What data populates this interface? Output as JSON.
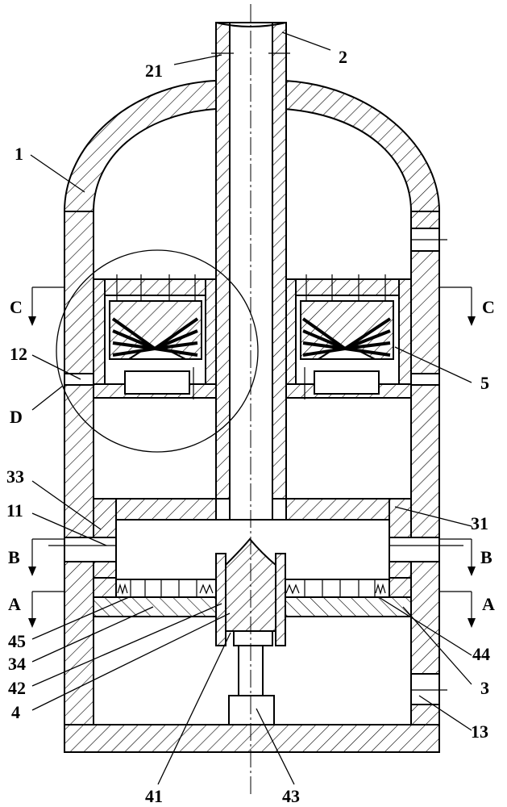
{
  "labels": {
    "l1": "1",
    "l2": "2",
    "l21": "21",
    "l12": "12",
    "lD": "D",
    "lC_left": "C",
    "lC_right": "C",
    "l5": "5",
    "l33": "33",
    "l11": "11",
    "l31": "31",
    "lB_left": "B",
    "lB_right": "B",
    "lA_left": "A",
    "lA_right": "A",
    "l45": "45",
    "l34": "34",
    "l42": "42",
    "l4": "4",
    "l44": "44",
    "l3": "3",
    "l13": "13",
    "l41": "41",
    "l43": "43"
  }
}
